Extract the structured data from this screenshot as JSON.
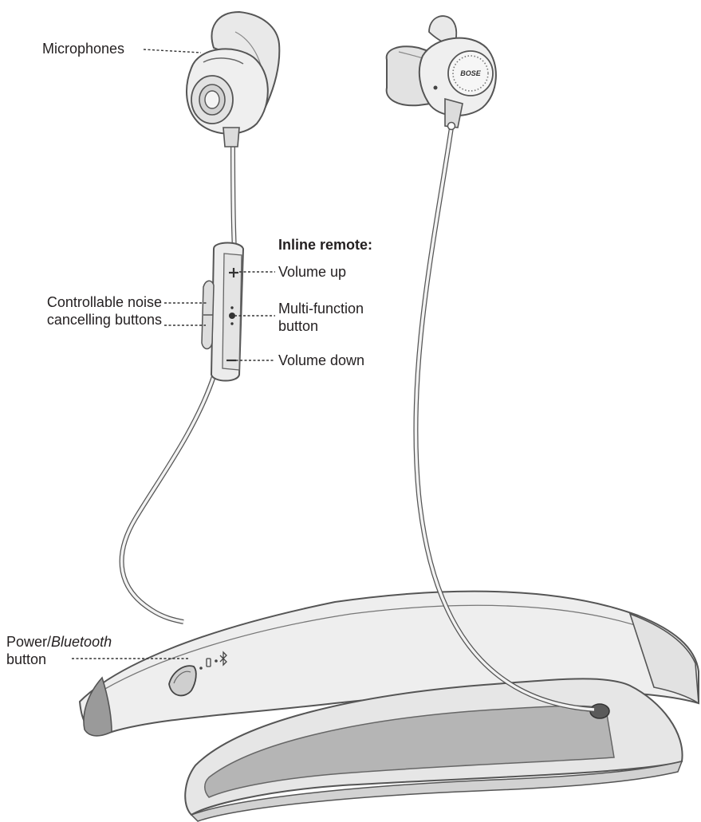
{
  "labels": {
    "microphones": "Microphones",
    "inline_remote_heading": "Inline remote:",
    "volume_up": "Volume up",
    "cnc_line1": "Controllable noise",
    "cnc_line2": "cancelling buttons",
    "multi_line1": "Multi-function",
    "multi_line2": "button",
    "volume_down": "Volume down",
    "power_prefix": "Power/",
    "power_bluetooth": "Bluetooth",
    "power_line2": "button"
  },
  "brand_mark": "BOSE",
  "colors": {
    "outline": "#555555",
    "body_fill": "#eeeeee",
    "shade_fill": "#c8c8c8",
    "inner_fill": "#b5b5b5",
    "text": "#231f20",
    "leader": "#333333"
  }
}
